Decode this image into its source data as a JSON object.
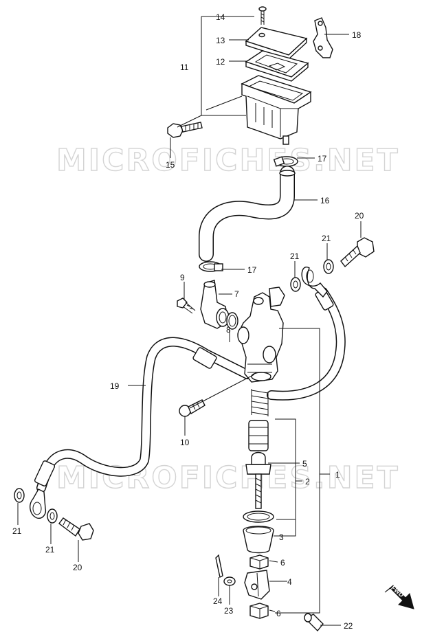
{
  "watermark": "MICROFICHES.NET",
  "direction_label": "FWD",
  "callouts": {
    "c1": "1",
    "c2": "2",
    "c3": "3",
    "c4": "4",
    "c5": "5",
    "c6a": "6",
    "c6b": "6",
    "c7": "7",
    "c8": "8",
    "c9": "9",
    "c10": "10",
    "c11": "11",
    "c12": "12",
    "c13": "13",
    "c14": "14",
    "c15": "15",
    "c16": "16",
    "c17a": "17",
    "c17b": "17",
    "c18": "18",
    "c19": "19",
    "c20a": "20",
    "c20b": "20",
    "c21a": "21",
    "c21b": "21",
    "c21c": "21",
    "c21d": "21",
    "c22": "22",
    "c23": "23",
    "c24": "24"
  }
}
